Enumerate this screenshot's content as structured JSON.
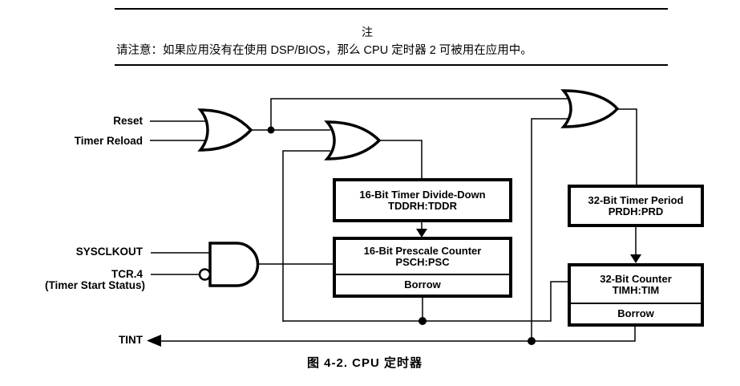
{
  "note": {
    "title": "注",
    "body": "请注意：如果应用没有在使用 DSP/BIOS，那么 CPU 定时器 2 可被用在应用中。"
  },
  "signals": {
    "reset": "Reset",
    "timer_reload": "Timer Reload",
    "sysclkout": "SYSCLKOUT",
    "tcr4": "TCR.4",
    "tcr4_sub": "(Timer Start Status)",
    "tint": "TINT"
  },
  "blocks": {
    "divide_down": {
      "line1": "16-Bit Timer Divide-Down",
      "line2": "TDDRH:TDDR"
    },
    "prescale": {
      "line1": "16-Bit Prescale Counter",
      "line2": "PSCH:PSC",
      "section": "Borrow"
    },
    "period": {
      "line1": "32-Bit Timer Period",
      "line2": "PRDH:PRD"
    },
    "counter": {
      "line1": "32-Bit Counter",
      "line2": "TIMH:TIM",
      "section": "Borrow"
    }
  },
  "caption": "图 4-2. CPU 定时器",
  "colors": {
    "ink": "#000000",
    "background": "#ffffff"
  }
}
